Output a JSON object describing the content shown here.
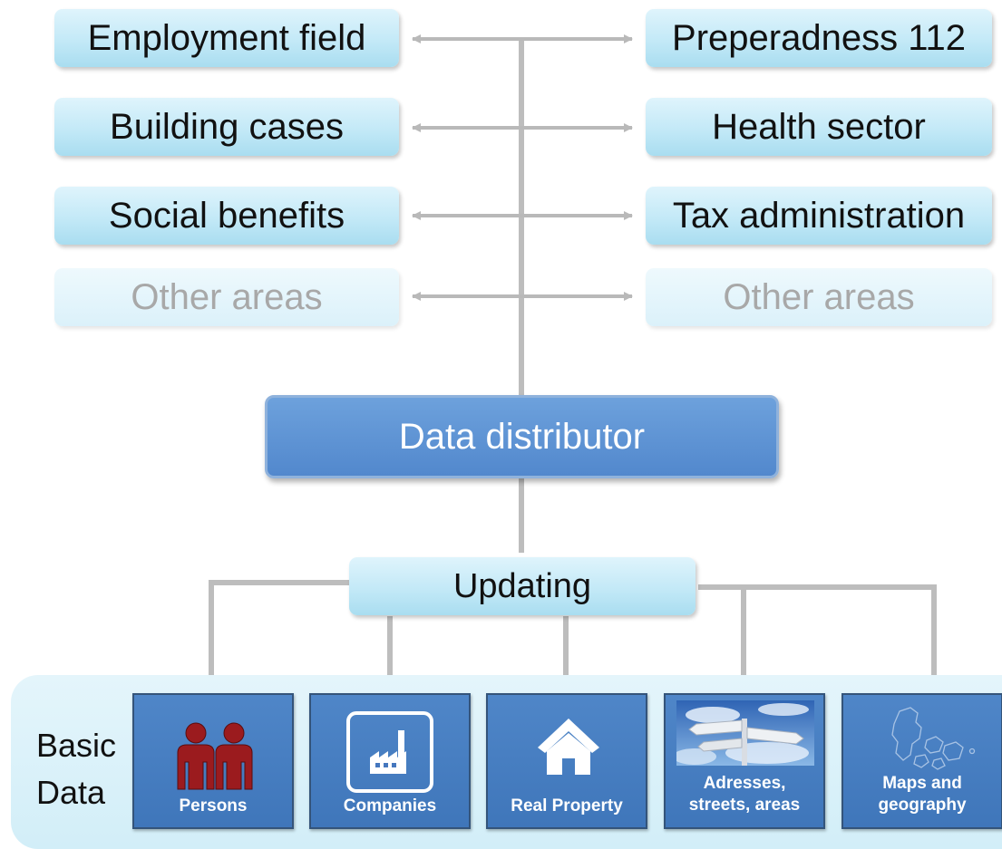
{
  "left_areas": [
    {
      "label": "Employment field",
      "faded": false
    },
    {
      "label": "Building cases",
      "faded": false
    },
    {
      "label": "Social benefits",
      "faded": false
    },
    {
      "label": "Other areas",
      "faded": true
    }
  ],
  "right_areas": [
    {
      "label": "Preperadness 112",
      "faded": false
    },
    {
      "label": "Health sector",
      "faded": false
    },
    {
      "label": "Tax administration",
      "faded": false
    },
    {
      "label": "Other areas",
      "faded": true
    }
  ],
  "distributor": {
    "label": "Data distributor"
  },
  "updating": {
    "label": "Updating"
  },
  "basic_data": {
    "label_line1": "Basic",
    "label_line2": "Data",
    "tiles": [
      {
        "label": "Persons",
        "icon": "persons-icon"
      },
      {
        "label": "Companies",
        "icon": "factory-icon"
      },
      {
        "label": "Real Property",
        "icon": "house-icon"
      },
      {
        "label": "Adresses, streets, areas",
        "label_line1": "Adresses,",
        "label_line2": "streets, areas",
        "icon": "signpost-image"
      },
      {
        "label": "Maps and geography",
        "label_line1": "Maps and",
        "label_line2": "geography",
        "icon": "denmark-map-icon"
      }
    ]
  },
  "colors": {
    "pill_light": "#c3e9f7",
    "distributor_blue": "#5288cd",
    "tile_blue": "#4577be",
    "connector_gray": "#bdbdbd",
    "persons_red": "#9b1b1e"
  }
}
